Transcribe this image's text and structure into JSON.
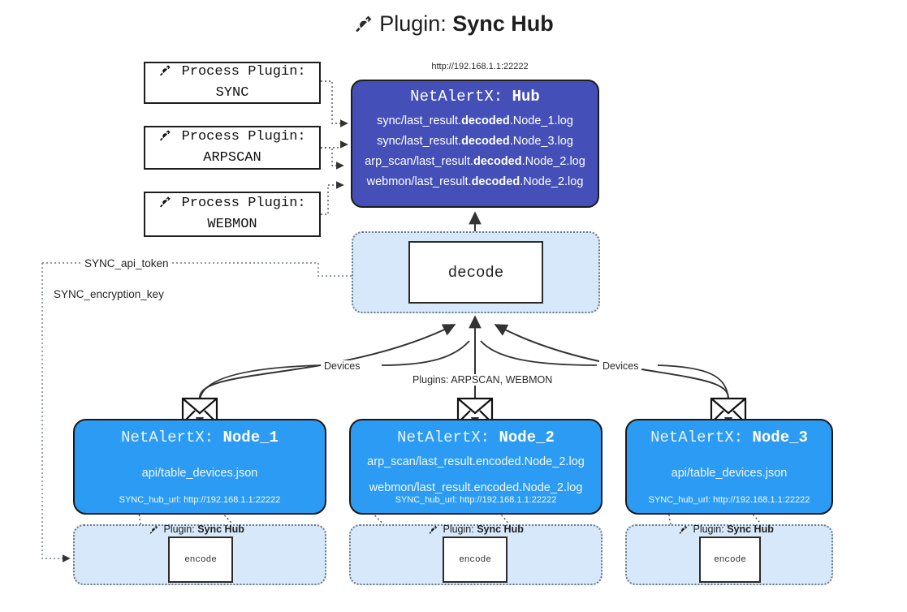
{
  "title": {
    "icon": "plug-icon",
    "prefix": "Plugin:",
    "name": "Sync Hub"
  },
  "hub": {
    "url": "http://192.168.1.1:22222",
    "title_prefix": "NetAlertX:",
    "title_name": "Hub",
    "logs": [
      {
        "pre": "sync/last_result.",
        "mid": "decoded",
        "post": ".Node_1.log"
      },
      {
        "pre": "sync/last_result.",
        "mid": "decoded",
        "post": ".Node_3.log"
      },
      {
        "pre": "arp_scan/last_result.",
        "mid": "decoded",
        "post": ".Node_2.log"
      },
      {
        "pre": "webmon/last_result.",
        "mid": "decoded",
        "post": ".Node_2.log"
      }
    ]
  },
  "process_plugins": [
    {
      "icon": "plug-icon",
      "line1": "Process Plugin:",
      "line2": "SYNC"
    },
    {
      "icon": "plug-icon",
      "line1": "Process Plugin:",
      "line2": "ARPSCAN"
    },
    {
      "icon": "plug-icon",
      "line1": "Process Plugin:",
      "line2": "WEBMON"
    }
  ],
  "decode": {
    "label": "decode"
  },
  "keys": {
    "api_token": "SYNC_api_token",
    "encryption_key": "SYNC_encryption_key"
  },
  "edges": {
    "devices_left": "Devices",
    "devices_right": "Devices",
    "plugins_mid": "Plugins: ARPSCAN, WEBMON"
  },
  "nodes": [
    {
      "title_prefix": "NetAlertX:",
      "title_name": "Node_1",
      "lines": [
        "api/table_devices.json"
      ],
      "hub_url": "SYNC_hub_url: http://192.168.1.1:22222",
      "envelope_icon": "envelope-icon",
      "plugin_label_prefix": "Plugin:",
      "plugin_label_name": "Sync Hub",
      "encode_label": "encode"
    },
    {
      "title_prefix": "NetAlertX:",
      "title_name": "Node_2",
      "lines": [
        "arp_scan/last_result.encoded.Node_2.log",
        "webmon/last_result.encoded.Node_2.log"
      ],
      "hub_url": "SYNC_hub_url: http://192.168.1.1:22222",
      "envelope_icon": "envelope-icon",
      "plugin_label_prefix": "Plugin:",
      "plugin_label_name": "Sync Hub",
      "encode_label": "encode"
    },
    {
      "title_prefix": "NetAlertX:",
      "title_name": "Node_3",
      "lines": [
        "api/table_devices.json"
      ],
      "hub_url": "SYNC_hub_url: http://192.168.1.1:22222",
      "envelope_icon": "envelope-icon",
      "plugin_label_prefix": "Plugin:",
      "plugin_label_name": "Sync Hub",
      "encode_label": "encode"
    }
  ],
  "colors": {
    "hub_fill": "#4450b8",
    "node_fill": "#2b9bf4",
    "container_fill": "#d6e8fa",
    "stroke": "#1d1d1d",
    "dotted_stroke": "#6e7b86"
  }
}
